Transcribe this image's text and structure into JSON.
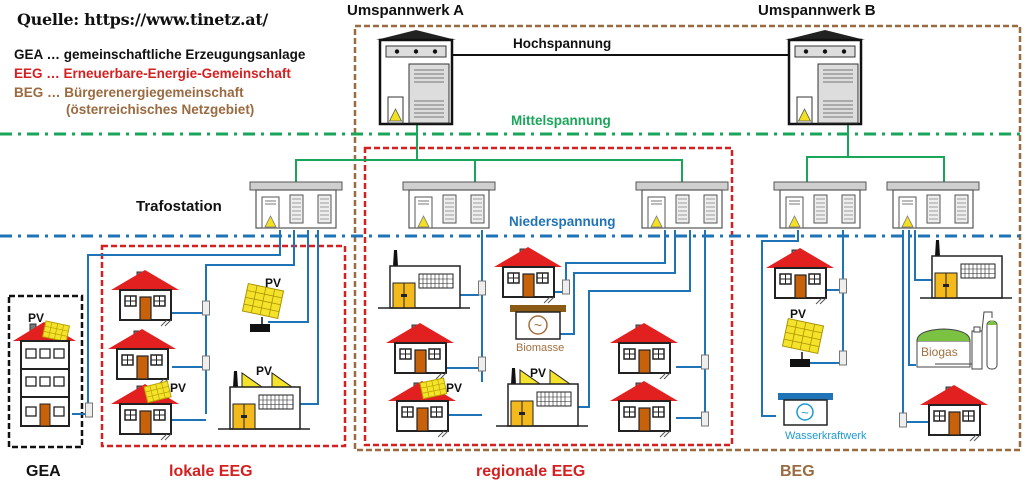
{
  "source": "Quelle: https://www.tinetz.at/",
  "legend": [
    {
      "abbr": "GEA",
      "sep": "…",
      "text": "gemeinschaftliche Erzeugungsanlage",
      "color": "#111111"
    },
    {
      "abbr": "EEG",
      "sep": "…",
      "text": "Erneuerbare-Energie-Gemeinschaft",
      "color": "#d42020"
    },
    {
      "abbr": "BEG",
      "sep": "…",
      "text": "Bürgerenergiegemeinschaft",
      "color": "#9a6a40"
    }
  ],
  "legend_note": "(österreichisches Netzgebiet)",
  "substations": {
    "a": "Umspannwerk A",
    "b": "Umspannwerk B"
  },
  "levels": {
    "high": "Hochspannung",
    "medium": "Mittelspannung",
    "low": "Niederspannung"
  },
  "trafostation_label": "Trafostation",
  "pv": "PV",
  "biomass": "Biomasse",
  "biogas": "Biogas",
  "hydro": "Wasserkraftwerk",
  "groups": {
    "gea": "GEA",
    "local": "lokale EEG",
    "regional": "regionale EEG",
    "beg": "BEG"
  },
  "colors": {
    "mv": "#1aa65a",
    "lv": "#1f74b8",
    "eeg": "#d42020",
    "beg": "#9a6a40",
    "gea": "#111111",
    "roof": "#e32020",
    "door": "#c8620a",
    "pv": "#f5e22a"
  }
}
